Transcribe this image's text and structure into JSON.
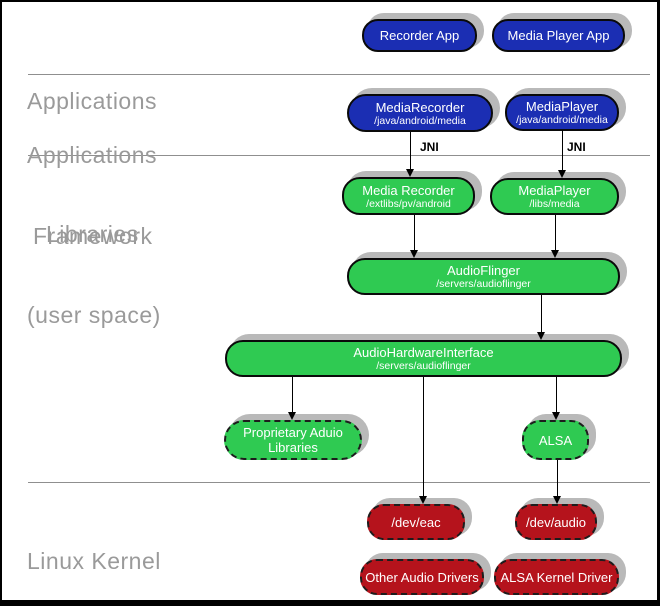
{
  "colors": {
    "app_blue": "#1b2eb3",
    "lib_green": "#2fca52",
    "kernel_red": "#b5131c",
    "shadow_gray": "#b9b9b9",
    "label_gray": "#9a9a9a",
    "divider_gray": "#8f8f8f",
    "arrow_black": "#000000"
  },
  "sections": {
    "applications": "Applications",
    "framework_line1": "Applications",
    "framework_line2": "Framework",
    "libraries_line1": "Libraries",
    "libraries_line2": "(user space)",
    "kernel": "Linux Kernel"
  },
  "jni": {
    "left": "JNI",
    "right": "JNI"
  },
  "nodes": {
    "recorder_app": {
      "label": "Recorder App"
    },
    "media_player_app": {
      "label": "Media Player App"
    },
    "mediarecorder_fw": {
      "label": "MediaRecorder",
      "sublabel": "/java/android/media"
    },
    "mediaplayer_fw": {
      "label": "MediaPlayer",
      "sublabel": "/java/android/media"
    },
    "mediarecorder_lib": {
      "label": "Media Recorder",
      "sublabel": "/extlibs/pv/android"
    },
    "mediaplayer_lib": {
      "label": "MediaPlayer",
      "sublabel": "/libs/media"
    },
    "audioflinger": {
      "label": "AudioFlinger",
      "sublabel": "/servers/audioflinger"
    },
    "audio_hw_interface": {
      "label": "AudioHardwareInterface",
      "sublabel": "/servers/audioflinger"
    },
    "proprietary_audio": {
      "label": "Proprietary Aduio Libraries"
    },
    "alsa": {
      "label": "ALSA"
    },
    "dev_eac": {
      "label": "/dev/eac"
    },
    "dev_audio": {
      "label": "/dev/audio"
    },
    "other_audio_drivers": {
      "label": "Other Audio Drivers"
    },
    "alsa_kernel_driver": {
      "label": "ALSA Kernel Driver"
    }
  }
}
